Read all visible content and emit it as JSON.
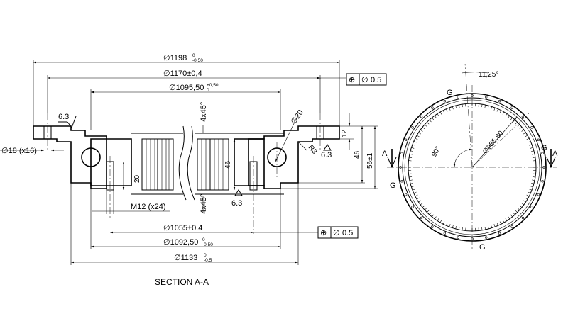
{
  "section_title": "SECTION A-A",
  "section_marker": "A",
  "dimensions": {
    "d1198": "∅1198",
    "d1198_tol_up": "0",
    "d1198_tol_lo": "-0,50",
    "d1170": "∅1170±0,4",
    "d1095": "∅1095,50",
    "d1095_tol_up": "+0,50",
    "d1095_tol_lo": "0",
    "d1055": "∅1055±0.4",
    "d1092": "∅1092,50",
    "d1092_tol_up": "0",
    "d1092_tol_lo": "-0,50",
    "d1133": "∅1133",
    "d1133_tol_up": "0",
    "d1133_tol_lo": "-0,5",
    "hole_18": "∅18 (x16)",
    "thread_m12": "M12 (x24)",
    "chamfer_top": "4x45°",
    "chamfer_bottom": "4x45°",
    "d20": "∅20",
    "r3": "R3",
    "h12": "12",
    "h46_right": "46",
    "h46_mid": "46",
    "h56": "56±1",
    "h20": "20",
    "rough_left": "6.3",
    "rough_right": "6.3",
    "rough_bottom": "6.3",
    "angle_1125": "11,25°",
    "angle_90": "90°",
    "d985": "∅985,60",
    "gear_mark": "G"
  },
  "tolerance_frames": {
    "top": {
      "symbol": "⊕",
      "dia": "∅",
      "value": "0.5"
    },
    "bottom": {
      "symbol": "⊕",
      "dia": "∅",
      "value": "0.5"
    }
  }
}
